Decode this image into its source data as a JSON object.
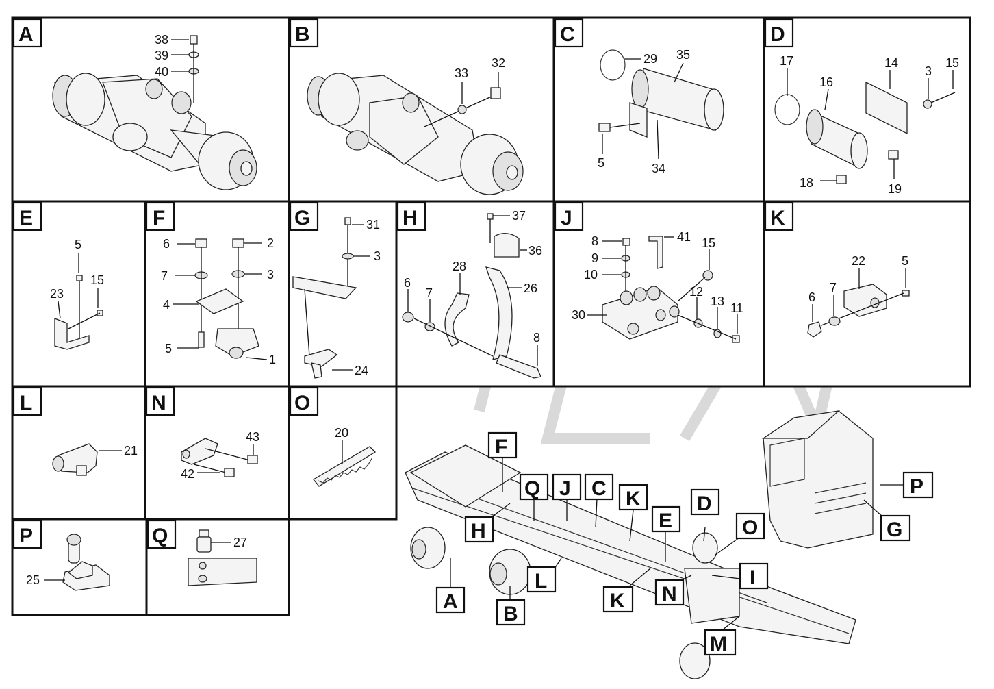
{
  "panels": [
    {
      "id": "A",
      "parts": [
        "38",
        "39",
        "40"
      ]
    },
    {
      "id": "B",
      "parts": [
        "33",
        "32"
      ]
    },
    {
      "id": "C",
      "parts": [
        "29",
        "35",
        "5",
        "34"
      ]
    },
    {
      "id": "D",
      "parts": [
        "17",
        "16",
        "14",
        "3",
        "15",
        "18",
        "19"
      ]
    },
    {
      "id": "E",
      "parts": [
        "5",
        "15",
        "23"
      ]
    },
    {
      "id": "F",
      "parts": [
        "6",
        "2",
        "7",
        "3",
        "4",
        "5",
        "1"
      ]
    },
    {
      "id": "G",
      "parts": [
        "31",
        "3",
        "24"
      ]
    },
    {
      "id": "H",
      "parts": [
        "37",
        "36",
        "28",
        "26",
        "6",
        "7",
        "8"
      ]
    },
    {
      "id": "J",
      "parts": [
        "41",
        "8",
        "15",
        "9",
        "10",
        "12",
        "13",
        "11",
        "30"
      ]
    },
    {
      "id": "K",
      "parts": [
        "22",
        "5",
        "6",
        "7"
      ]
    },
    {
      "id": "L",
      "parts": [
        "21"
      ]
    },
    {
      "id": "N",
      "parts": [
        "43",
        "42"
      ]
    },
    {
      "id": "O",
      "parts": [
        "20"
      ]
    },
    {
      "id": "P",
      "parts": [
        "25"
      ]
    },
    {
      "id": "Q",
      "parts": [
        "27"
      ]
    }
  ],
  "overview_tags": [
    "F",
    "Q",
    "J",
    "C",
    "K",
    "D",
    "E",
    "O",
    "P",
    "G",
    "H",
    "L",
    "A",
    "B",
    "K",
    "N",
    "I",
    "M"
  ]
}
